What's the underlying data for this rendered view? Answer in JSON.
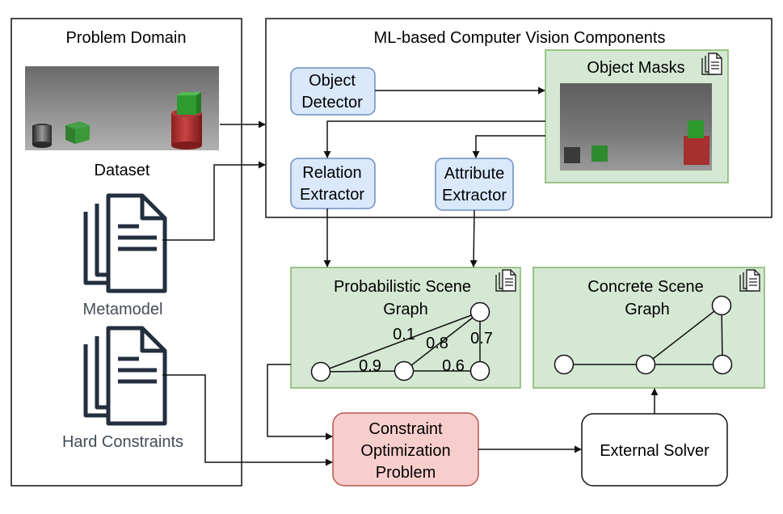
{
  "problem_domain": {
    "title": "Problem Domain",
    "dataset_label": "Dataset",
    "metamodel_label": "Metamodel",
    "hard_constraints_label": "Hard Constraints"
  },
  "ml_components": {
    "title": "ML-based Computer Vision Components",
    "object_detector": [
      "Object",
      "Detector"
    ],
    "object_masks": "Object Masks",
    "relation_extractor": [
      "Relation",
      "Extractor"
    ],
    "attribute_extractor": [
      "Attribute",
      "Extractor"
    ]
  },
  "probabilistic_graph": {
    "title": [
      "Probabilistic Scene",
      "Graph"
    ],
    "edge_weights": [
      "0.1",
      "0.8",
      "0.7",
      "0.9",
      "0.6"
    ]
  },
  "concrete_graph": {
    "title": [
      "Concrete Scene",
      "Graph"
    ]
  },
  "constraint_problem": [
    "Constraint",
    "Optimization",
    "Problem"
  ],
  "external_solver": "External Solver",
  "colors": {
    "blue_fill": "#dae8fc",
    "blue_stroke": "#6c8ebf",
    "green_fill": "#d5e8d4",
    "green_stroke": "#82b366",
    "red_fill": "#f8cecc",
    "red_stroke": "#b85450",
    "doc_icon": "#232f3e",
    "caption_gray": "#444c56"
  }
}
